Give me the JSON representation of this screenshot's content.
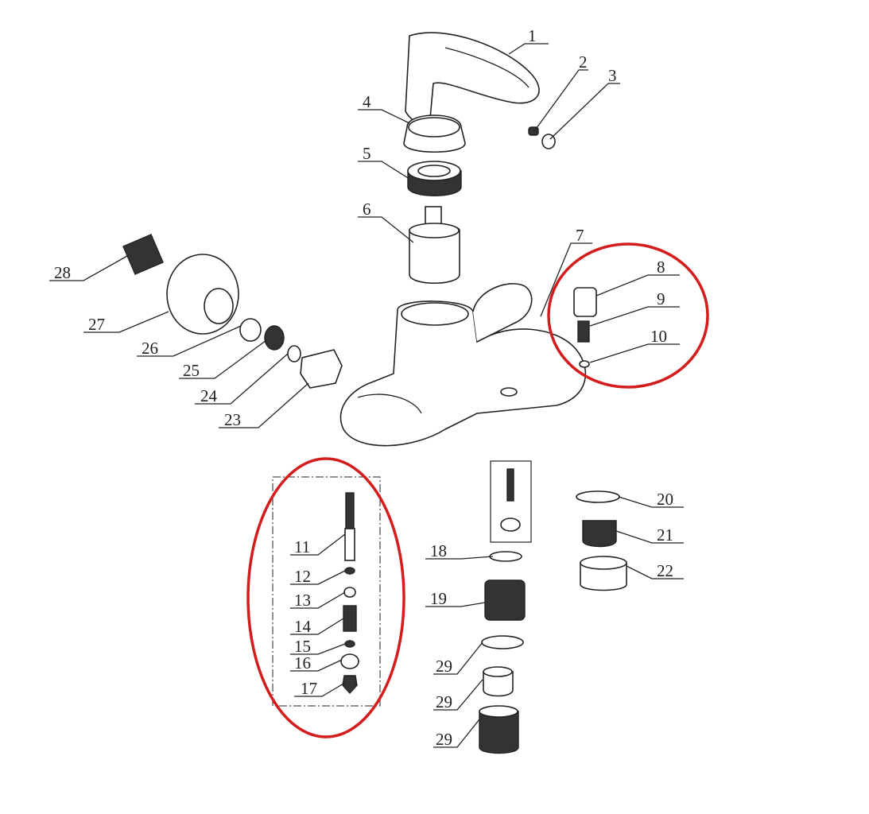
{
  "diagram": {
    "title": "Bath mixer faucet exploded parts diagram",
    "highlight_color": "#d41c1c",
    "labels": {
      "p1": "1",
      "p2": "2",
      "p3": "3",
      "p4": "4",
      "p5": "5",
      "p6": "6",
      "p7": "7",
      "p8": "8",
      "p9": "9",
      "p10": "10",
      "p11": "11",
      "p12": "12",
      "p13": "13",
      "p14": "14",
      "p15": "15",
      "p16": "16",
      "p17": "17",
      "p18": "18",
      "p19": "19",
      "p20": "20",
      "p21": "21",
      "p22": "22",
      "p23": "23",
      "p24": "24",
      "p25": "25",
      "p26": "26",
      "p27": "27",
      "p28": "28",
      "p29a": "29",
      "p29b": "29",
      "p29c": "29"
    }
  }
}
